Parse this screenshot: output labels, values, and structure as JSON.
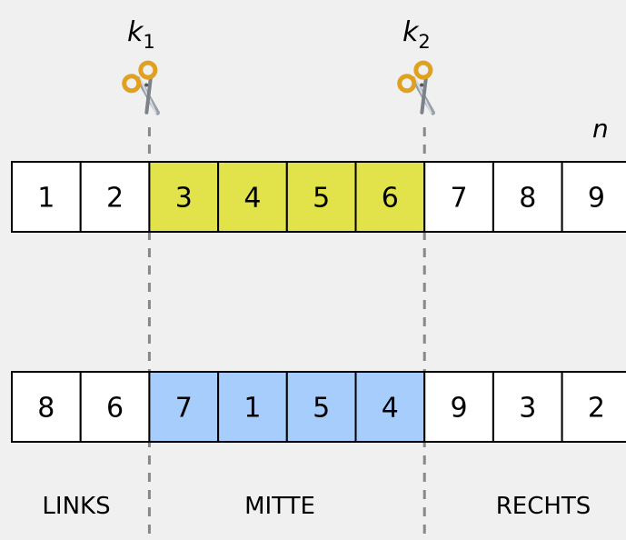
{
  "cuts": [
    {
      "symbol": "k",
      "subscript": "1",
      "icon": "scissors-icon",
      "after_index": 2
    },
    {
      "symbol": "k",
      "subscript": "2",
      "icon": "scissors-icon",
      "after_index": 6
    }
  ],
  "n_label": "n",
  "rows": [
    {
      "values": [
        "1",
        "2",
        "3",
        "4",
        "5",
        "6",
        "7",
        "8",
        "9"
      ],
      "highlight_color": "#e2e24a"
    },
    {
      "values": [
        "8",
        "6",
        "7",
        "1",
        "5",
        "4",
        "9",
        "3",
        "2"
      ],
      "highlight_color": "#a6cdfb"
    }
  ],
  "regions": {
    "left": "LINKS",
    "middle": "MITTE",
    "right": "RECHTS"
  },
  "colors": {
    "background": "#f0f0f0",
    "cell_default": "#ffffff",
    "cut_line": "#888888"
  }
}
